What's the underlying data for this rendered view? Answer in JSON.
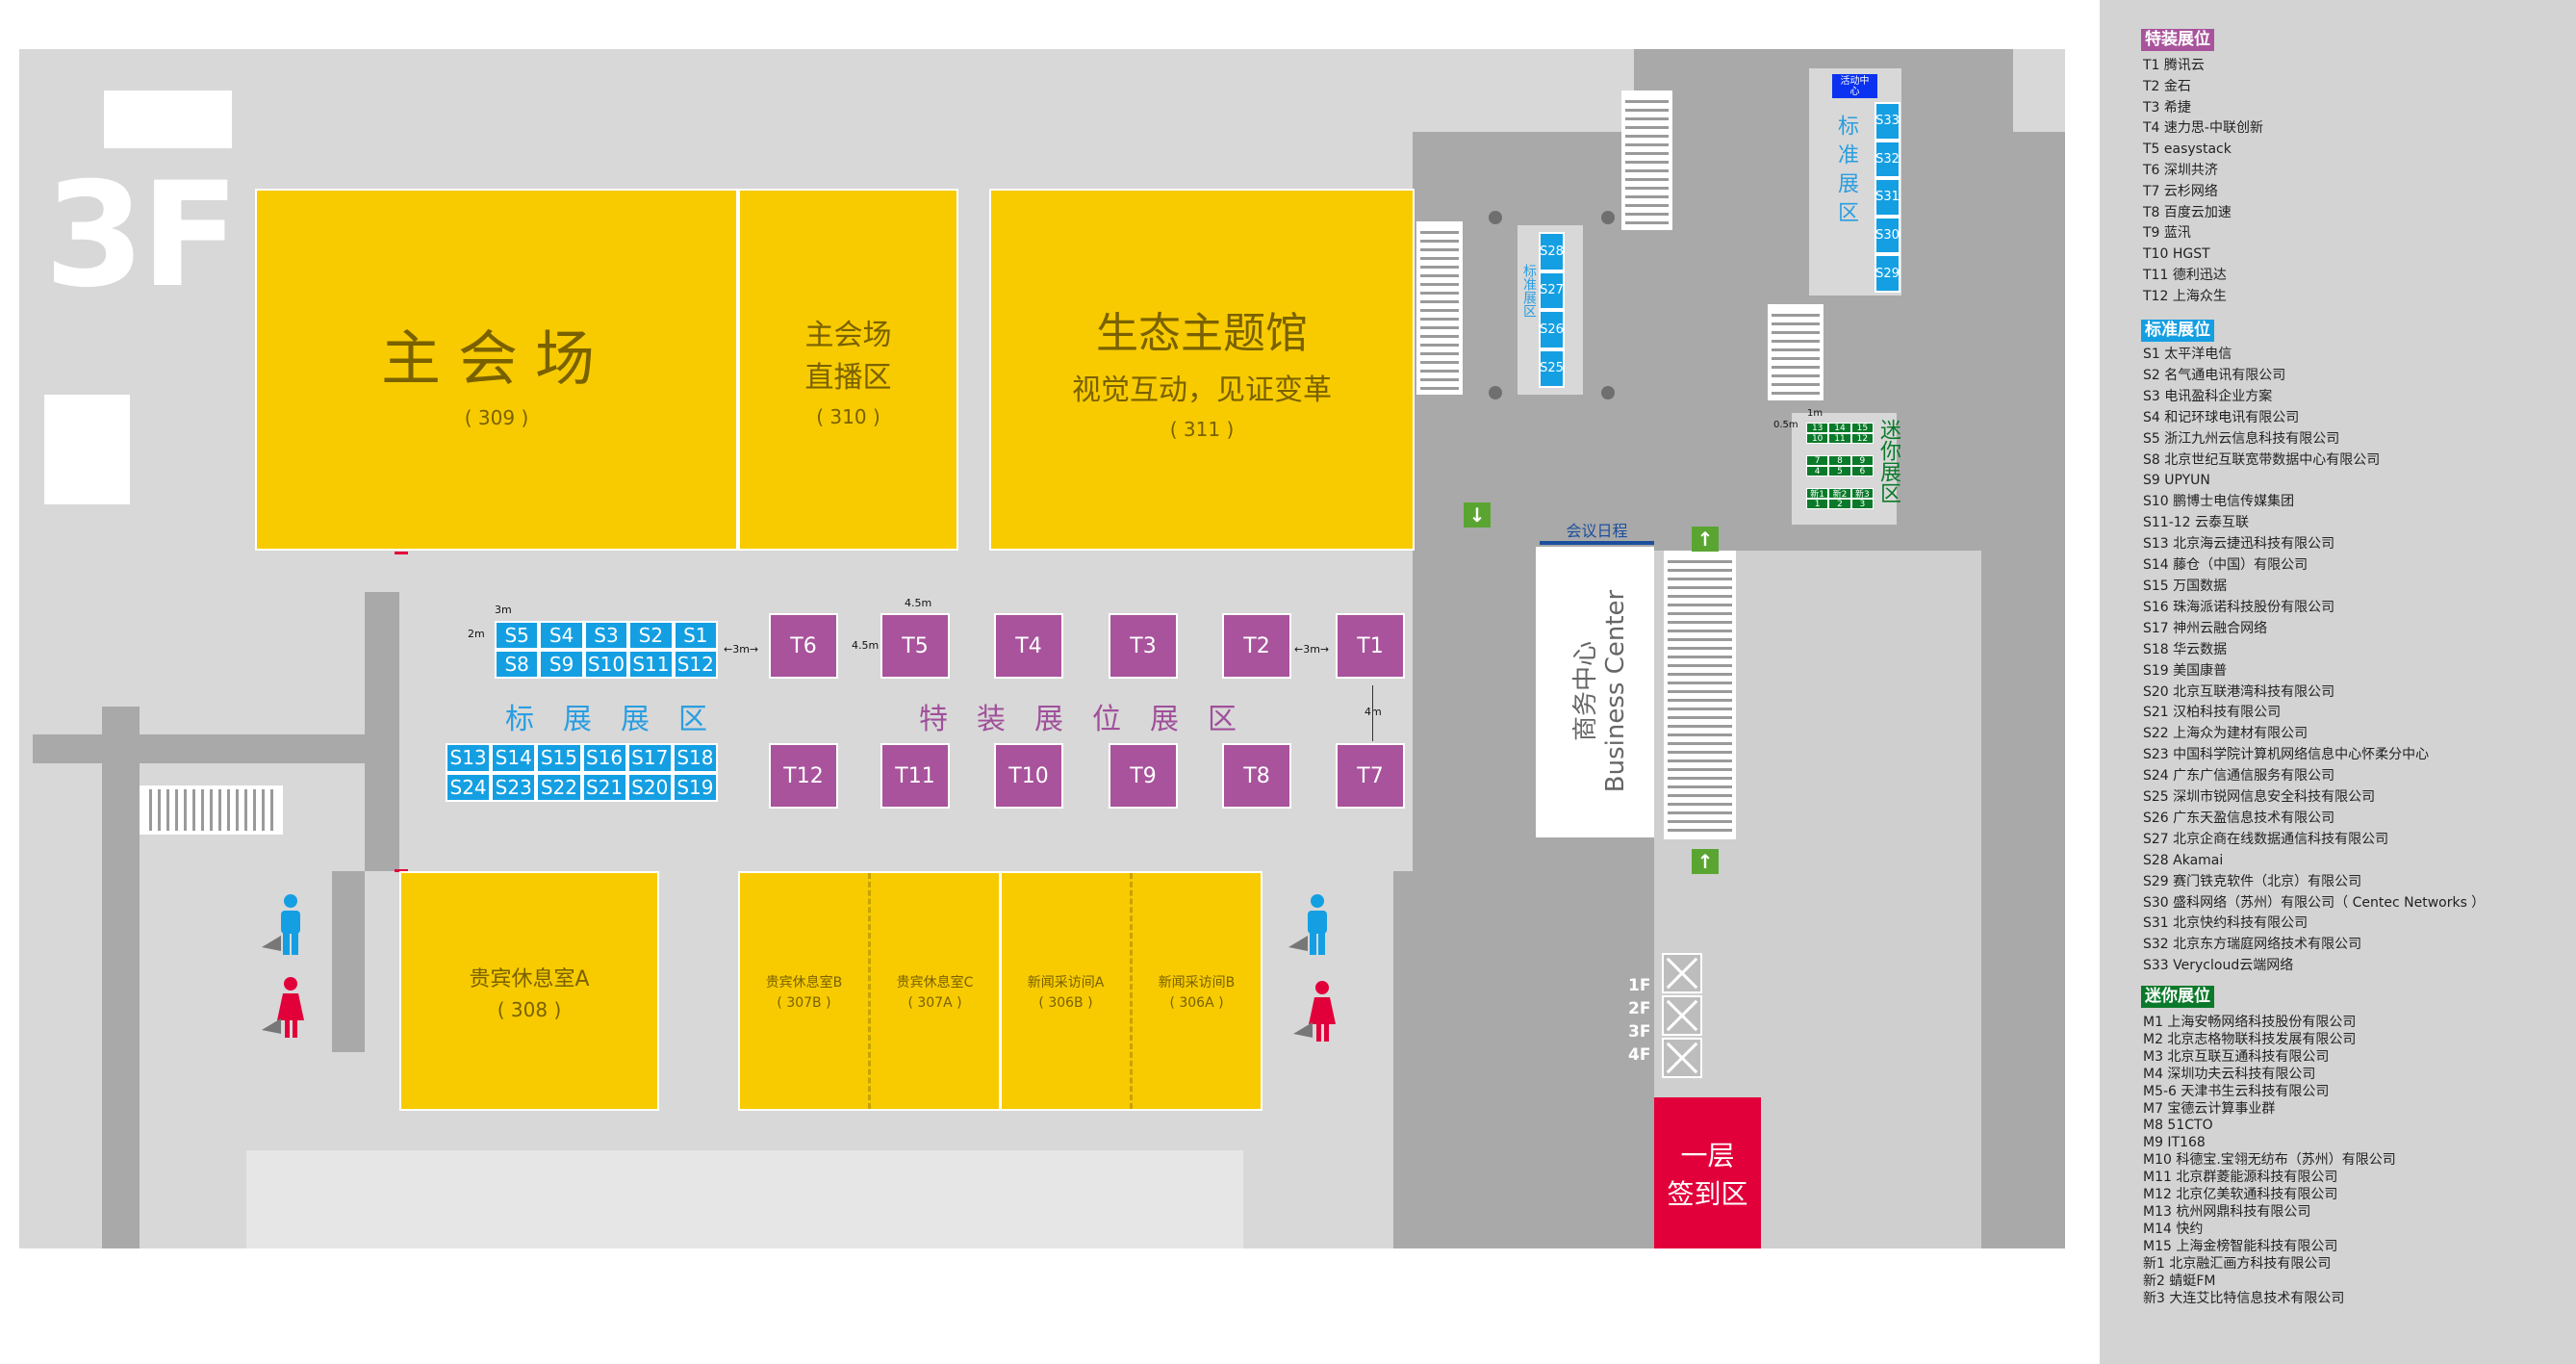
{
  "floor_label": "3F",
  "rooms": {
    "main_hall": {
      "name": "主会场",
      "code": "( 309 )"
    },
    "live_area": {
      "name_line1": "主会场",
      "name_line2": "直播区",
      "code": "( 310 )"
    },
    "eco_hall": {
      "name": "生态主题馆",
      "subtitle": "视觉互动，见证变革",
      "code": "( 311 )"
    },
    "vip_a": {
      "name": "贵宾休息室A",
      "code": "( 308 )"
    },
    "small_rooms": [
      {
        "name": "贵宾休息室B",
        "code": "( 307B )"
      },
      {
        "name": "贵宾休息室C",
        "code": "( 307A )"
      },
      {
        "name": "新闻采访间A",
        "code": "( 306B )"
      },
      {
        "name": "新闻采访间B",
        "code": "( 306A )"
      }
    ]
  },
  "zones": {
    "standard": "标展展区",
    "special": "特装展位展区"
  },
  "booths_s_top": [
    [
      "S5",
      "S4",
      "S3",
      "S2",
      "S1"
    ],
    [
      "S8",
      "S9",
      "S10",
      "S11",
      "S12"
    ]
  ],
  "booths_s_bottom": [
    [
      "S13",
      "S14",
      "S15",
      "S16",
      "S17",
      "S18"
    ],
    [
      "S24",
      "S23",
      "S22",
      "S21",
      "S20",
      "S19"
    ]
  ],
  "booths_t_top": [
    "T6",
    "T5",
    "T4",
    "T3",
    "T2",
    "T1"
  ],
  "booths_t_bottom": [
    "T12",
    "T11",
    "T10",
    "T9",
    "T8",
    "T7"
  ],
  "dimensions": {
    "s_width": "3m",
    "s_height": "2m",
    "gap_left": "←3m→",
    "t_width": "4.5m",
    "t_height": "4.5m",
    "gap_right": "←3m→",
    "row_gap": "4m"
  },
  "business_center": {
    "cn": "商务中心",
    "en": "Business Center"
  },
  "schedule": "会议日程",
  "checkin": {
    "line1": "一层",
    "line2": "签到区"
  },
  "elevator_floors": [
    "1F",
    "2F",
    "3F",
    "4F"
  ],
  "east_standard": {
    "label": "标准展区",
    "booths": [
      "S28",
      "S27",
      "S26",
      "S25"
    ]
  },
  "ne_standard": {
    "activity": "活动中心",
    "label": "标准展区",
    "booths": [
      "S33",
      "S32",
      "S31",
      "S30",
      "S29"
    ]
  },
  "mini": {
    "label": "迷你展区",
    "dim_w": "1m",
    "dim_h": "0.5m",
    "groups": [
      [
        [
          "13",
          "14",
          "15"
        ],
        [
          "10",
          "11",
          "12"
        ]
      ],
      [
        [
          "7",
          "8",
          "9"
        ],
        [
          "4",
          "5",
          "6"
        ]
      ],
      [
        [
          "新1",
          "新2",
          "新3"
        ],
        [
          "1",
          "2",
          "3"
        ]
      ]
    ]
  },
  "colors": {
    "yellow": "#f7cb00",
    "standard": "#149fe3",
    "special": "#a8539c",
    "mini": "#0a7a2a",
    "checkin": "#e2003b"
  },
  "legend": {
    "special": {
      "title": "特装展位",
      "items": [
        "T1 腾讯云",
        "T2 金石",
        "T3 希捷",
        "T4 速力思-中联创新",
        "T5 easystack",
        "T6 深圳共济",
        "T7 云杉网络",
        "T8 百度云加速",
        "T9 蓝汛",
        "T10 HGST",
        "T11 德利迅达",
        "T12 上海众生"
      ]
    },
    "standard": {
      "title": "标准展位",
      "items": [
        "S1 太平洋电信",
        "S2 名气通电讯有限公司",
        "S3 电讯盈科企业方案",
        "S4 和记环球电讯有限公司",
        "S5 浙江九州云信息科技有限公司",
        "S8 北京世纪互联宽带数据中心有限公司",
        "S9 UPYUN",
        "S10 鹏博士电信传媒集团",
        "S11-12 云泰互联",
        "S13 北京海云捷迅科技有限公司",
        "S14 藤仓（中国）有限公司",
        "S15 万国数据",
        "S16 珠海派诺科技股份有限公司",
        "S17 神州云融合网络",
        "S18 华云数据",
        "S19 美国康普",
        "S20 北京互联港湾科技有限公司",
        "S21 汉柏科技有限公司",
        "S22 上海众为建材有限公司",
        "S23 中国科学院计算机网络信息中心怀柔分中心",
        "S24 广东广信通信服务有限公司",
        "S25 深圳市锐网信息安全科技有限公司",
        "S26 广东天盈信息技术有限公司",
        "S27 北京企商在线数据通信科技有限公司",
        "S28 Akamai",
        "S29 赛门铁克软件（北京）有限公司",
        "S30 盛科网络（苏州）有限公司（ Centec Networks ）",
        "S31 北京快约科技有限公司",
        "S32 北京东方瑞庭网络技术有限公司",
        "S33 Verycloud云端网络"
      ]
    },
    "mini": {
      "title": "迷你展位",
      "items": [
        "M1 上海安畅网络科技股份有限公司",
        "M2 北京志格物联科技发展有限公司",
        "M3 北京互联互通科技有限公司",
        "M4 深圳功夫云科技有限公司",
        "M5-6 天津书生云科技有限公司",
        "M7 宝德云计算事业群",
        "M8 51CTO",
        "M9 IT168",
        "M10 科德宝.宝翎无纺布（苏州）有限公司",
        "M11 北京群菱能源科技有限公司",
        "M12 北京亿美软通科技有限公司",
        "M13 杭州网鼎科技有限公司",
        "M14 快约",
        "M15 上海金榜智能科技有限公司",
        "新1 北京融汇画方科技有限公司",
        "新2 蜻蜓FM",
        "新3 大连艾比特信息技术有限公司"
      ]
    }
  }
}
